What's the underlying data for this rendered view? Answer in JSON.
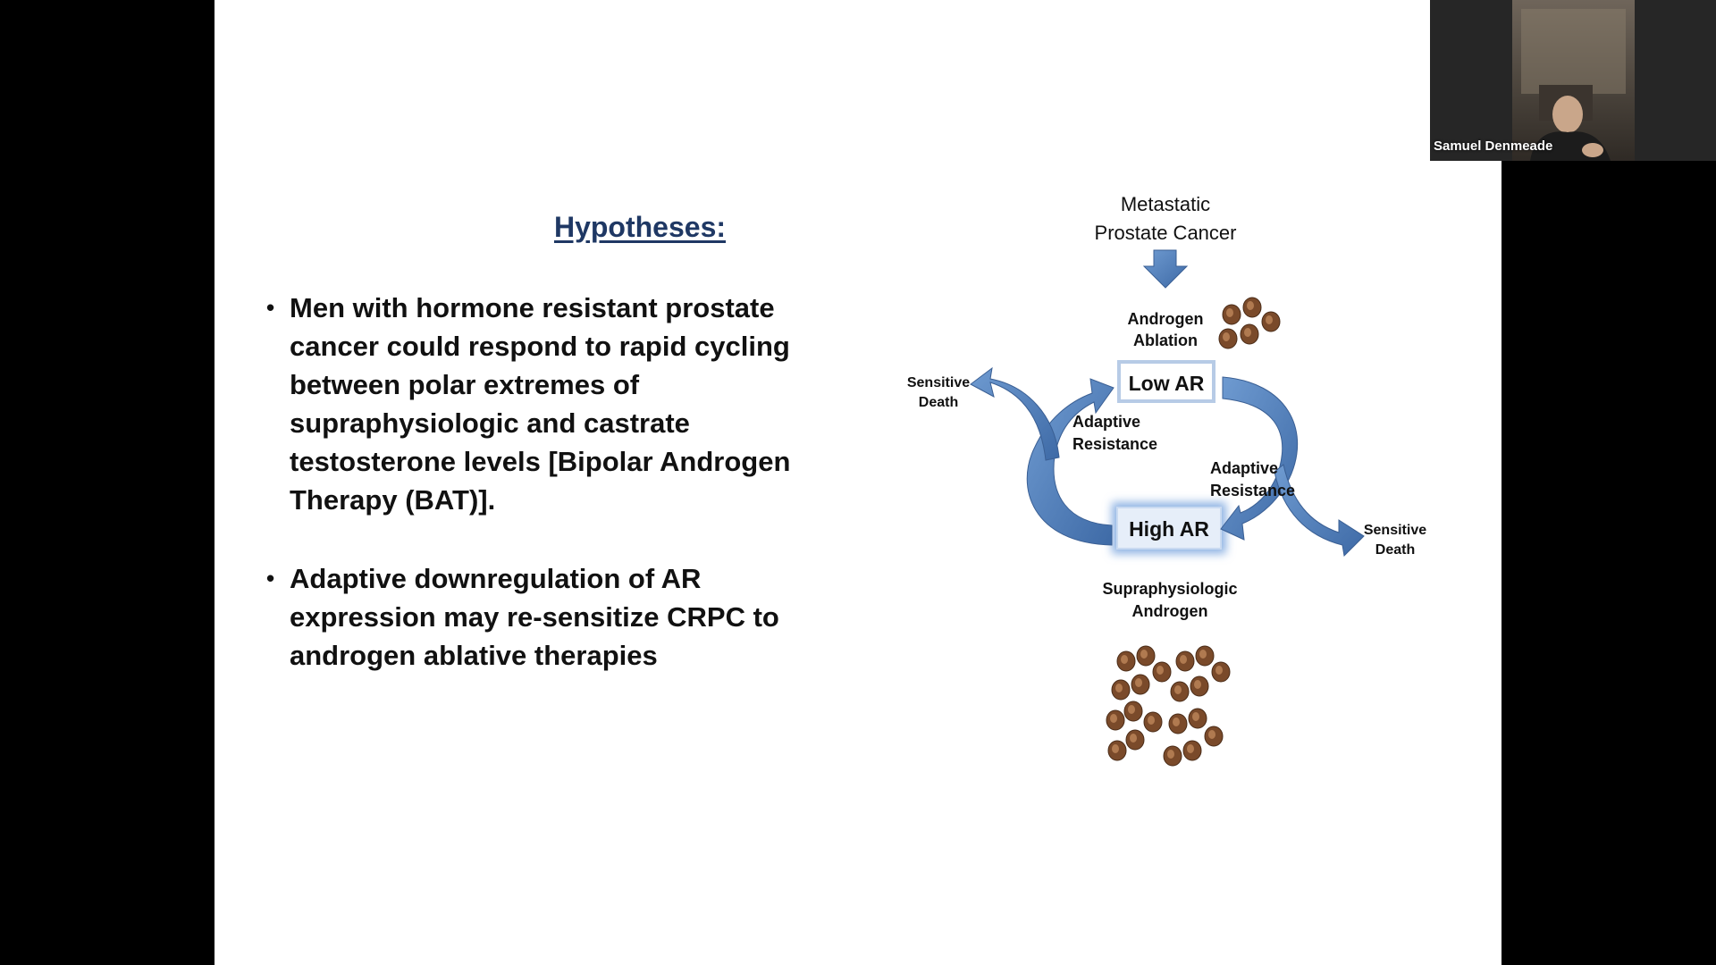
{
  "slide": {
    "title": "Hypotheses:",
    "bullets": [
      "Men with hormone resistant prostate cancer could respond to rapid cycling between polar extremes of supraphysiologic and castrate testosterone levels [Bipolar Androgen Therapy (BAT)].",
      "Adaptive downregulation of AR expression may re-sensitize CRPC to androgen ablative therapies"
    ],
    "diagram": {
      "top_label_1": "Metastatic",
      "top_label_2": "Prostate Cancer",
      "ablation_1": "Androgen",
      "ablation_2": "Ablation",
      "low_ar": "Low AR",
      "high_ar": "High AR",
      "supra_1": "Supraphysiologic",
      "supra_2": "Androgen",
      "adaptive_left_1": "Adaptive",
      "adaptive_left_2": "Resistance",
      "adaptive_right_1": "Adaptive",
      "adaptive_right_2": "Resistance",
      "sensitive_left_1": "Sensitive",
      "sensitive_left_2": "Death",
      "sensitive_right_1": "Sensitive",
      "sensitive_right_2": "Death",
      "arrow_color": "#4f7fba",
      "cell_color": "#7a4a2a"
    }
  },
  "webcam": {
    "participant_name": "Samuel Denmeade"
  }
}
